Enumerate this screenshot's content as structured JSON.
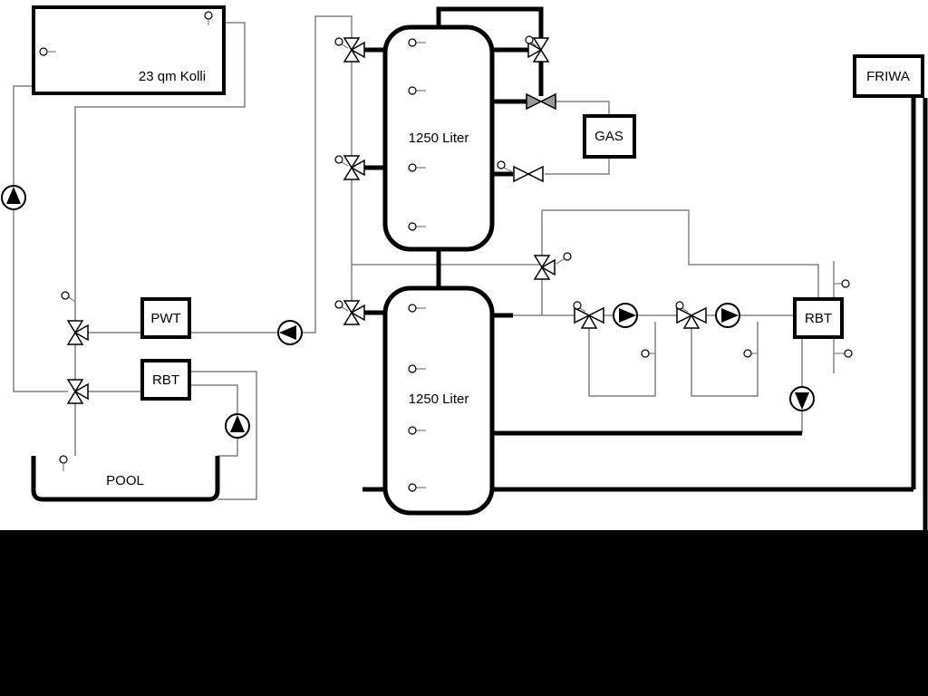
{
  "labels": {
    "collector": "23 qm Kolli",
    "tank1": "1250 Liter",
    "tank2": "1250 Liter",
    "pwt": "PWT",
    "rbt_left": "RBT",
    "gas": "GAS",
    "friwa": "FRIWA",
    "rbt_right": "RBT",
    "pool": "POOL"
  },
  "colors": {
    "pipe_thick": "#000000",
    "pipe_thin": "#808080",
    "background": "#ffffff",
    "bottom_bar": "#000000",
    "check_valve_fill": "#9a9a9a"
  }
}
